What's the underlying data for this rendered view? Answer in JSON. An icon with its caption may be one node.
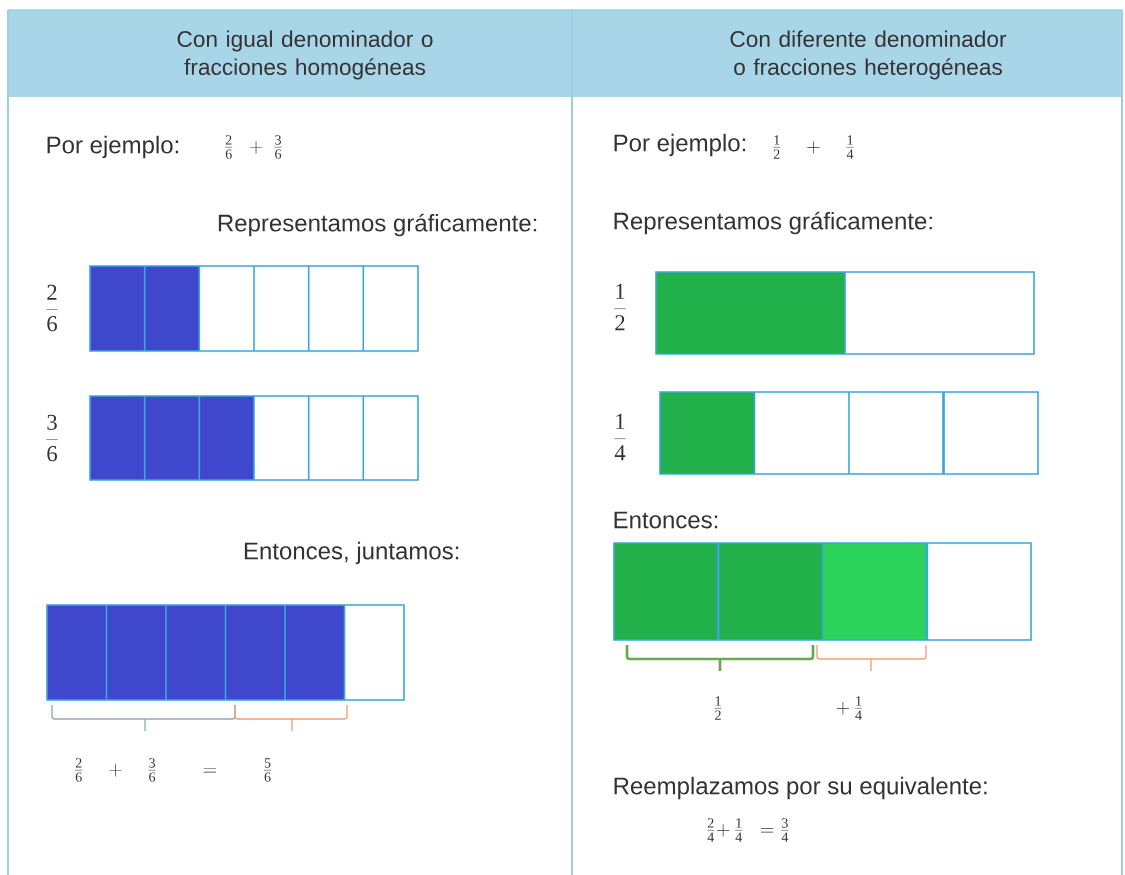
{
  "diagram": {
    "labels": [
      "Con igual denominador o fracciones homogéneas",
      "Con diferente denominador o fracciones heterogéneas",
      "Por ejemplo:",
      "\\frac{2}{6}\\;\\;+\\;\\frac{3}{6}",
      "Representamos gráficamente:",
      "\\frac{2}{6}",
      "\\frac{3}{6}",
      "Entonces, juntamos:",
      "\\frac{2}{6}\\quad+\\quad\\frac{3}{6}\\qquad=\\qquad\\frac{5}{6}",
      "Por ejemplo:",
      "\\frac{1}{2}\\quad+\\quad\\frac{1}{4}",
      "Representamos gráficamente:",
      "\\frac{1}{2}",
      "\\frac{1}{4}",
      "Entonces:",
      "\\frac{1}{2}",
      "+\\,\\frac{1}{4}",
      "Reemplazamos por su equivalente:",
      "\\frac{2}{4}{+}\\,\\frac{1}{4}\\;\\;=\\frac{3}{4}"
    ]
  }
}
